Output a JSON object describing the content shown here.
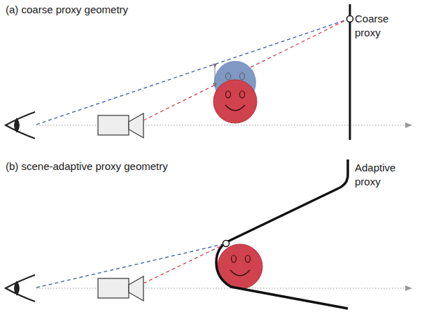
{
  "diagram": {
    "labels": [
      "(a) coarse proxy geometry",
      "Coarse proxy",
      "(b) scene-adaptive proxy geometry",
      "Adaptive proxy"
    ]
  }
}
